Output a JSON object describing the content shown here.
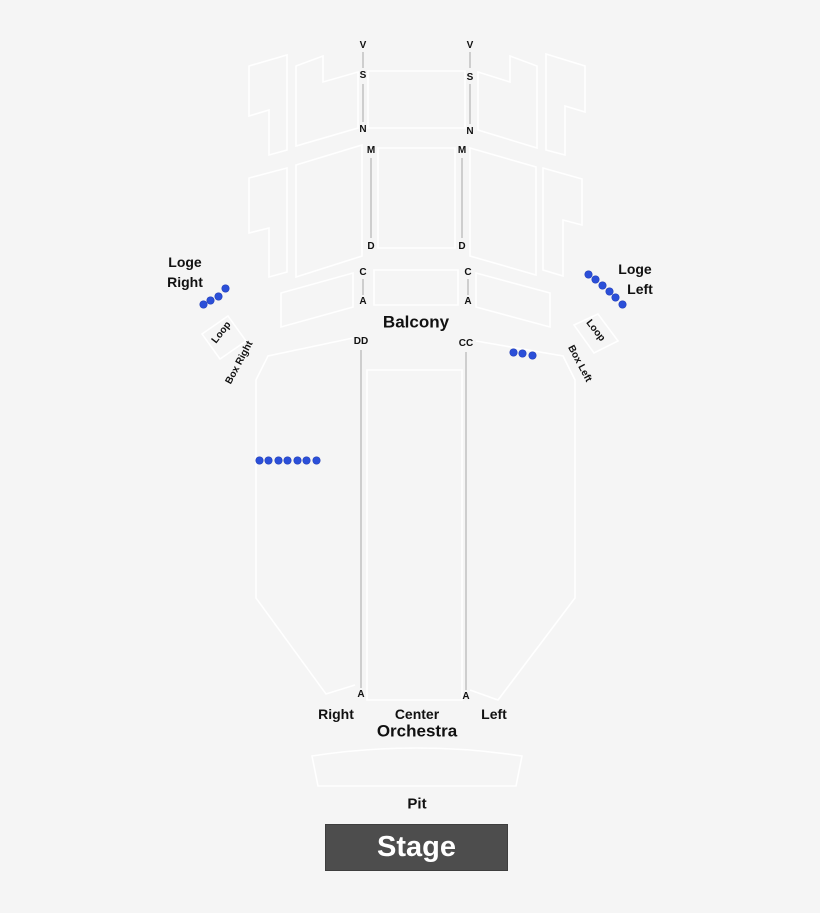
{
  "map": {
    "background": "#f5f5f5",
    "accessible_seat_color": "#2b4fd8",
    "stage_color": "#4d4d4d"
  },
  "sections": {
    "balcony": "Balcony",
    "loge_right": "Loge\nRight",
    "loge_right_line1": "Loge",
    "loge_right_line2": "Right",
    "loge_left_line1": "Loge",
    "loge_left_line2": "Left",
    "loop_right": "Loop",
    "loop_left": "Loop",
    "box_right": "Box Right",
    "box_left": "Box Left",
    "orchestra_right": "Right",
    "orchestra_center": "Center",
    "orchestra_left": "Left",
    "orchestra": "Orchestra",
    "pit": "Pit",
    "stage": "Stage"
  },
  "row_markers": {
    "balcony_upper_left": [
      "V",
      "S",
      "N"
    ],
    "balcony_upper_right": [
      "V",
      "S",
      "N"
    ],
    "balcony_mid_left": [
      "M",
      "D"
    ],
    "balcony_mid_right": [
      "M",
      "D"
    ],
    "balcony_front_left": [
      "C",
      "A"
    ],
    "balcony_front_right": [
      "C",
      "A"
    ],
    "orchestra_left_aisle": [
      "DD",
      "A"
    ],
    "orchestra_right_aisle": [
      "CC",
      "A"
    ]
  },
  "accessible_seating": [
    {
      "location": "loge-right",
      "count": 4
    },
    {
      "location": "loge-left",
      "count": 6
    },
    {
      "location": "orchestra-left-front",
      "count": 3
    },
    {
      "location": "orchestra-right-side",
      "count": 7
    }
  ]
}
